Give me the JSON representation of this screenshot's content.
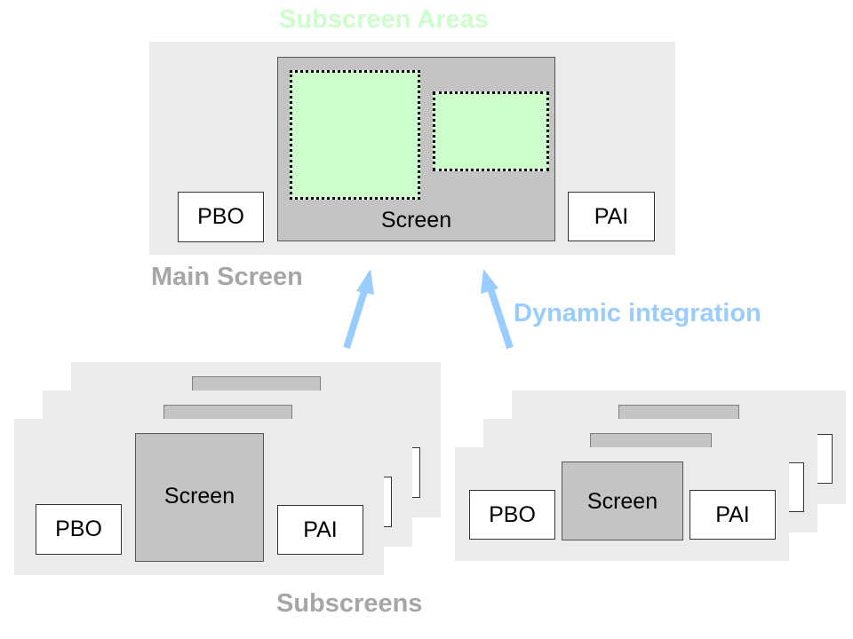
{
  "labels": {
    "subscreen_areas": "Subscreen Areas",
    "main_screen": "Main Screen",
    "dynamic_integration": "Dynamic integration",
    "subscreens": "Subscreens"
  },
  "main": {
    "pbo": "PBO",
    "pai": "PAI",
    "screen": "Screen"
  },
  "left_stack": {
    "pbo": "PBO",
    "pai": "PAI",
    "screen": "Screen"
  },
  "right_stack": {
    "pbo": "PBO",
    "pai": "PAI",
    "screen": "Screen"
  },
  "colors": {
    "panel": "#ebebeb",
    "screen": "#c4c4c4",
    "subscreen_area": "#ccffcc",
    "subscreen_area_label": "#ccffcc",
    "caption_gray": "#a6a6a6",
    "arrow_blue": "#99ccff"
  }
}
